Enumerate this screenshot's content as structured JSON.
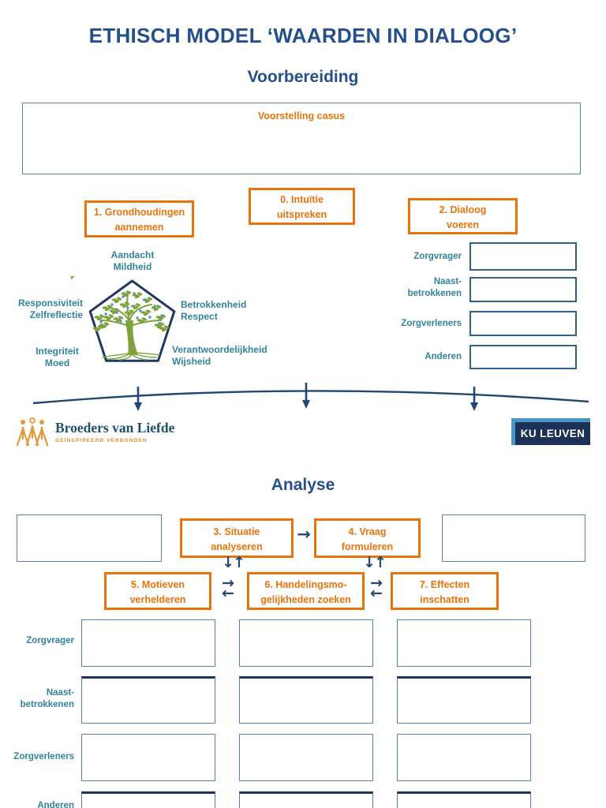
{
  "title": "ETHISCH MODEL ‘WAARDEN IN DIALOOG’",
  "colors": {
    "navy": "#24508C",
    "orange": "#E8740C",
    "teal": "#31849B",
    "pentagon": "#1F3864",
    "tree_green": "#7FA33C",
    "fruit_blue": "#4C96C9"
  },
  "voorbereiding": {
    "heading": "Voorbereiding",
    "casus_label": "Voorstelling casus",
    "steps": [
      {
        "line1": "0. Intuïtie",
        "line2": "uitspreken"
      },
      {
        "line1": "1. Grondhoudingen",
        "line2": "aannemen"
      },
      {
        "line1": "2. Dialoog",
        "line2": "voeren"
      }
    ],
    "values": {
      "top": {
        "line1": "Aandacht",
        "line2": "Mildheid"
      },
      "left": {
        "line1": "Responsiviteit",
        "line2": "Zelfreflectie"
      },
      "right": {
        "line1": "Betrokkenheid",
        "line2": "Respect"
      },
      "bottom_left": {
        "line1": "Integriteit",
        "line2": "Moed"
      },
      "bottom_right": {
        "line1": "Verantwoordelijkheid",
        "line2": "Wijsheid"
      }
    },
    "participants": [
      "Zorgvrager",
      "Naast-betrokkenen",
      "Zorgverleners",
      "Anderen"
    ]
  },
  "logos": {
    "broeders": {
      "name": "Broeders van Liefde",
      "tagline": "GEÏNSPIREERD VERBONDEN"
    },
    "kuleuven": {
      "label": "KU LEUVEN"
    }
  },
  "analyse": {
    "heading": "Analyse",
    "steps": [
      {
        "line1": "3. Situatie",
        "line2": "analyseren"
      },
      {
        "line1": "4. Vraag",
        "line2": "formuleren"
      },
      {
        "line1": "5. Motieven",
        "line2": "verhelderen"
      },
      {
        "line1": "6. Handelingsmo-",
        "line2": "gelijkheden zoeken"
      },
      {
        "line1": "7. Effecten",
        "line2": "inschatten"
      }
    ],
    "rows": [
      "Zorgvrager",
      "Naast-betrokkenen",
      "Zorgverleners",
      "Anderen"
    ]
  }
}
